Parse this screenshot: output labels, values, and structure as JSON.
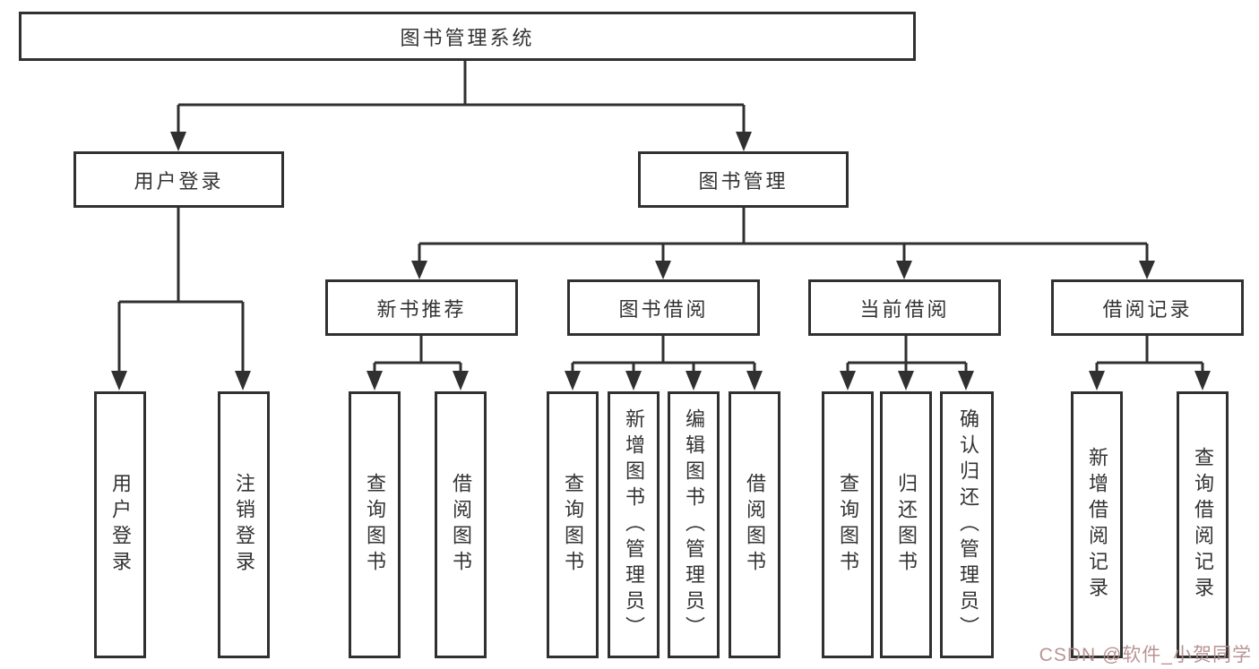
{
  "tree": {
    "root": {
      "label": "图书管理系统"
    },
    "branches": [
      {
        "label": "用户登录",
        "children": [
          {
            "label": "用户登录"
          },
          {
            "label": "注销登录"
          }
        ]
      },
      {
        "label": "图书管理",
        "groups": [
          {
            "label": "新书推荐",
            "children": [
              {
                "label": "查询图书"
              },
              {
                "label": "借阅图书"
              }
            ]
          },
          {
            "label": "图书借阅",
            "children": [
              {
                "label": "查询图书"
              },
              {
                "label": "新增图书（管理员）"
              },
              {
                "label": "编辑图书（管理员）"
              },
              {
                "label": "借阅图书"
              }
            ]
          },
          {
            "label": "当前借阅",
            "children": [
              {
                "label": "查询图书"
              },
              {
                "label": "归还图书"
              },
              {
                "label": "确认归还（管理员）"
              }
            ]
          },
          {
            "label": "借阅记录",
            "children": [
              {
                "label": "新增借阅记录"
              },
              {
                "label": "查询借阅记录"
              }
            ]
          }
        ]
      }
    ]
  },
  "watermark": {
    "text": "CSDN @软件_小贺同学"
  },
  "colors": {
    "line": "#303030",
    "text": "#333333",
    "watermark": "#b38b8b",
    "background": "#ffffff"
  }
}
